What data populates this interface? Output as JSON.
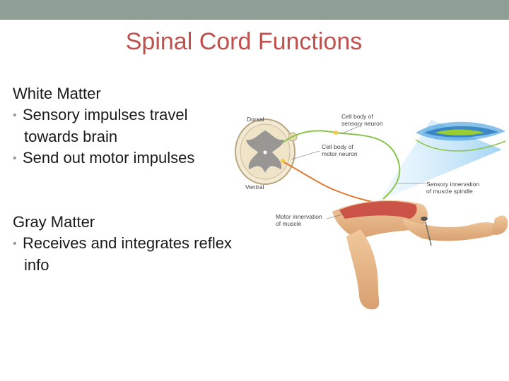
{
  "slide": {
    "title": "Spinal Cord Functions",
    "white_matter": {
      "heading": "White Matter",
      "bullets": [
        "Sensory impulses travel towards brain",
        "Send out motor impulses"
      ]
    },
    "gray_matter": {
      "heading": "Gray Matter",
      "bullets": [
        "Receives and integrates reflex info"
      ]
    }
  },
  "diagram": {
    "labels": {
      "dorsal": "Dorsal",
      "ventral": "Ventral",
      "cell_body_sensory_1": "Cell body of",
      "cell_body_sensory_2": "sensory neuron",
      "cell_body_motor_1": "Cell body of",
      "cell_body_motor_2": "motor neuron",
      "sensory_innervation_1": "Sensory innervation",
      "sensory_innervation_2": "of muscle spindle",
      "motor_innervation_1": "Motor innervation",
      "motor_innervation_2": "of muscle"
    },
    "colors": {
      "title": "#c0504d",
      "top_bar": "#8f9f95",
      "skin": "#e8b98a",
      "muscle": "#c6403a",
      "sensory_nerve": "#8bc34a",
      "motor_nerve": "#e07a30",
      "spindle": "#2a8fd8"
    }
  }
}
